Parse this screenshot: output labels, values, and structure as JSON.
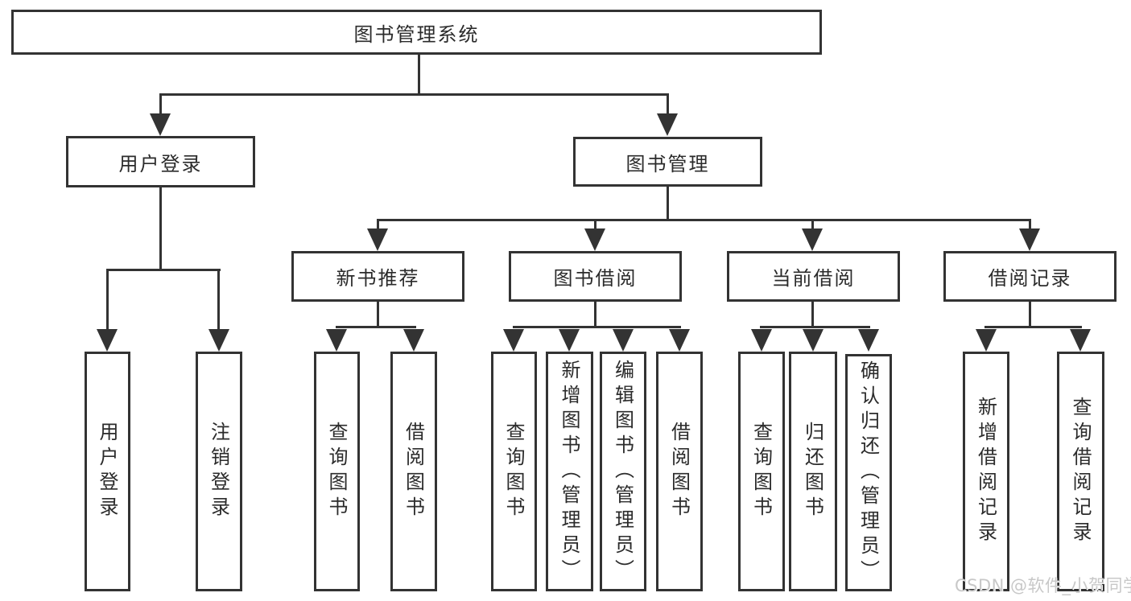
{
  "diagram": {
    "type": "hierarchy-tree",
    "colors": {
      "background": "#ffffff",
      "line": "#333333",
      "box_border": "#333333",
      "text": "#2b2b2b",
      "watermark": "#c8c8c8"
    }
  },
  "tree": {
    "label": "图书管理系统",
    "children": [
      {
        "label": "用户登录",
        "children": [
          {
            "label": "用户登录"
          },
          {
            "label": "注销登录"
          }
        ]
      },
      {
        "label": "图书管理",
        "children": [
          {
            "label": "新书推荐",
            "children": [
              {
                "label": "查询图书"
              },
              {
                "label": "借阅图书"
              }
            ]
          },
          {
            "label": "图书借阅",
            "children": [
              {
                "label": "查询图书"
              },
              {
                "label": "新增图书（管理员）"
              },
              {
                "label": "编辑图书（管理员）"
              },
              {
                "label": "借阅图书"
              }
            ]
          },
          {
            "label": "当前借阅",
            "children": [
              {
                "label": "查询图书"
              },
              {
                "label": "归还图书"
              },
              {
                "label": "确认归还（管理员）"
              }
            ]
          },
          {
            "label": "借阅记录",
            "children": [
              {
                "label": "新增借阅记录"
              },
              {
                "label": "查询借阅记录"
              }
            ]
          }
        ]
      }
    ]
  },
  "watermark": {
    "text": "CSDN @软件_小贺同学"
  }
}
